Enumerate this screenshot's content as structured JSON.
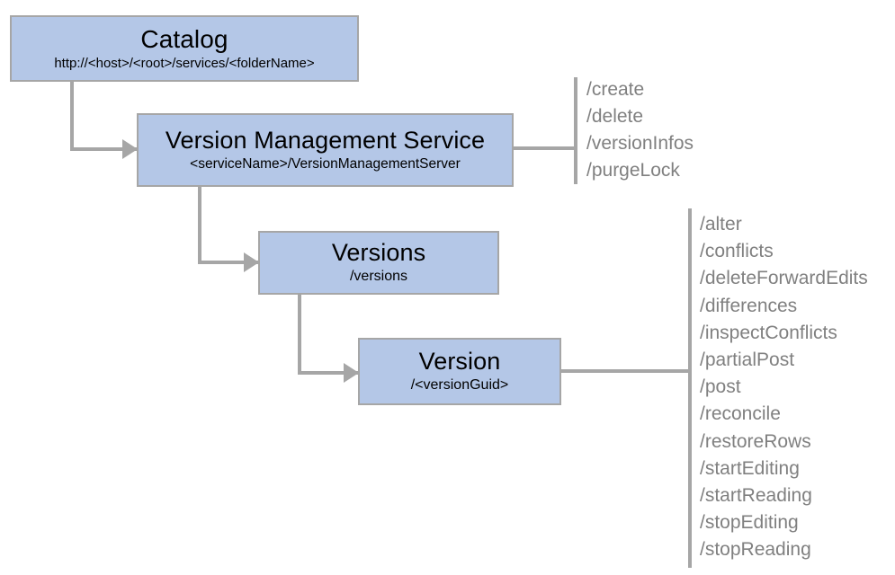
{
  "diagram": {
    "kind": "resource-hierarchy-diagram",
    "colors": {
      "node_fill": "#b4c7e7",
      "node_border": "#a6a6a6",
      "connector": "#a6a6a6",
      "operation_text": "#808080",
      "node_text": "#000000",
      "background": "#ffffff"
    }
  },
  "nodes": [
    {
      "id": "catalog",
      "title": "Catalog",
      "subtitle": "http://<host>/<root>/services/<folderName>"
    },
    {
      "id": "version-management-service",
      "title": "Version Management Service",
      "subtitle": "<serviceName>/VersionManagementServer"
    },
    {
      "id": "versions",
      "title": "Versions",
      "subtitle": "/versions"
    },
    {
      "id": "version",
      "title": "Version",
      "subtitle": "/<versionGuid>"
    }
  ],
  "operations": {
    "service": [
      "/create",
      "/delete",
      "/versionInfos",
      "/purgeLock"
    ],
    "version": [
      "/alter",
      "/conflicts",
      "/deleteForwardEdits",
      "/differences",
      "/inspectConflicts",
      "/partialPost",
      "/post",
      "/reconcile",
      "/restoreRows",
      "/startEditing",
      "/startReading",
      "/stopEditing",
      "/stopReading"
    ]
  }
}
